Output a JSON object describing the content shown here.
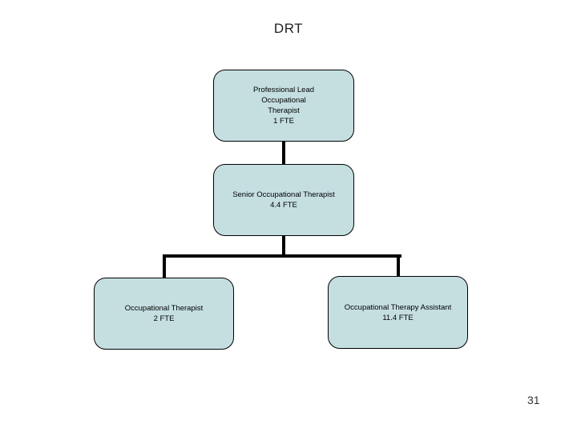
{
  "slide": {
    "title": "DRT",
    "page_number": "31"
  },
  "org_chart": {
    "nodes": [
      {
        "id": "professional-lead-ot",
        "level": 1,
        "lines": [
          "Professional Lead",
          "Occupational",
          "Therapist",
          "1 FTE"
        ]
      },
      {
        "id": "senior-ot",
        "level": 2,
        "lines": [
          "Senior Occupational Therapist",
          "4.4 FTE"
        ]
      },
      {
        "id": "occupational-therapist",
        "level": 3,
        "lines": [
          "Occupational Therapist",
          "2 FTE"
        ]
      },
      {
        "id": "ot-assistant",
        "level": 3,
        "lines": [
          "Occupational Therapy Assistant",
          "11.4 FTE"
        ]
      }
    ],
    "edges": [
      {
        "from": "professional-lead-ot",
        "to": "senior-ot"
      },
      {
        "from": "senior-ot",
        "to": "occupational-therapist"
      },
      {
        "from": "senior-ot",
        "to": "ot-assistant"
      }
    ]
  },
  "colors": {
    "box_fill": "#c5dfe1",
    "box_border": "#000000",
    "connector": "#000000",
    "text": "#000000",
    "background": "#ffffff"
  }
}
